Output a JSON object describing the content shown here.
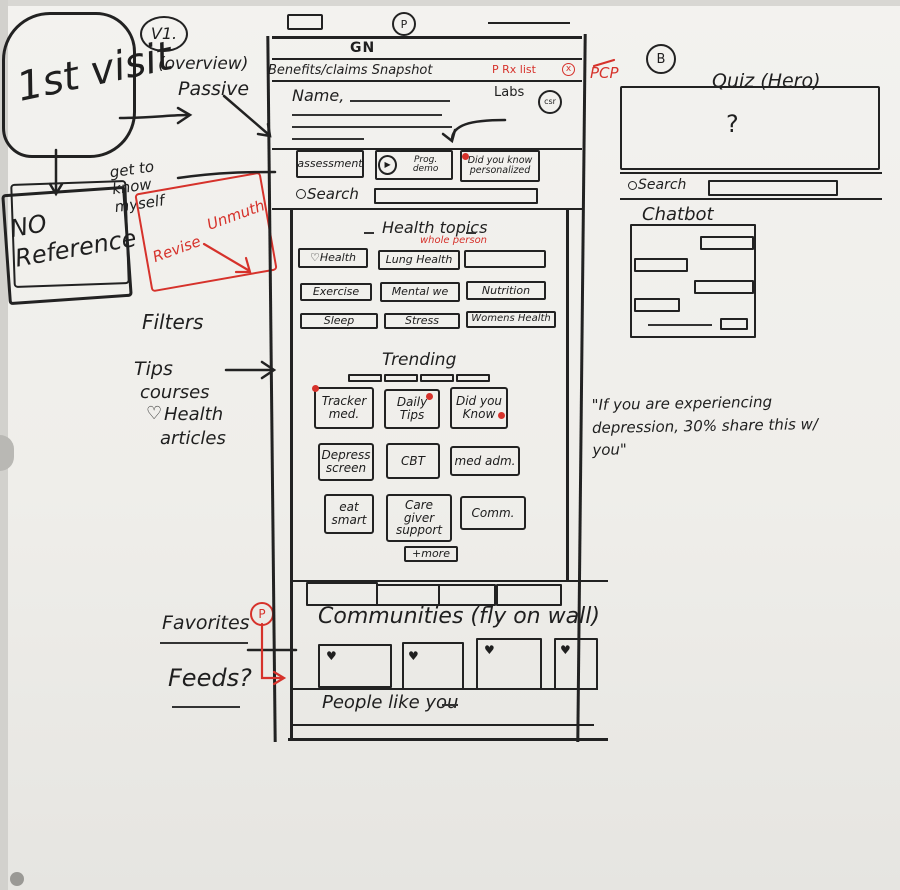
{
  "left_notes": {
    "first_visit": "1st visit",
    "no_reference": "NO Reference",
    "get_to_know": "get to know myself",
    "revise": "Revise",
    "unmuth": "Unmuth",
    "filters": "Filters",
    "tips": "Tips",
    "courses": "courses",
    "health": "Health",
    "articles": "articles",
    "favorites": "Favorites",
    "favorites_badge": "P",
    "feeds": "Feeds?"
  },
  "top_notes": {
    "v1": "V1.",
    "overview": "(overview)",
    "passive": "Passive",
    "pcp": "PCP",
    "section_b": "B"
  },
  "phone": {
    "logo": "GN",
    "top_icon": "P",
    "benefits": "Benefits/claims Snapshot",
    "rx_list": "P Rx list",
    "close": "x",
    "name": "Name,",
    "labs": "Labs",
    "avatar": "csr",
    "buttons": [
      "assessment",
      "Prog. demo",
      "Did you know personalized"
    ],
    "search": "Search",
    "health_topics": "Health topics",
    "whole_person": "whole person",
    "topics": [
      [
        "Health",
        "Lung Health",
        ""
      ],
      [
        "Exercise",
        "Mental we",
        "Nutrition"
      ],
      [
        "Sleep",
        "Stress",
        "Womens Health"
      ]
    ],
    "trending": "Trending",
    "trending_tiles": [
      [
        "Tracker med.",
        "Daily Tips",
        "Did you Know"
      ],
      [
        "Depress screen",
        "CBT",
        "med adm."
      ],
      [
        "eat smart",
        "Care giver support",
        "Comm."
      ]
    ],
    "more": "+more",
    "communities": "Communities (fly on wall)",
    "people": "People like you"
  },
  "right": {
    "quiz": "Quiz (Hero)",
    "question": "?",
    "search": "Search",
    "chatbot": "Chatbot",
    "quote": "\"If you are experiencing depression, 30% share this w/ you\""
  }
}
